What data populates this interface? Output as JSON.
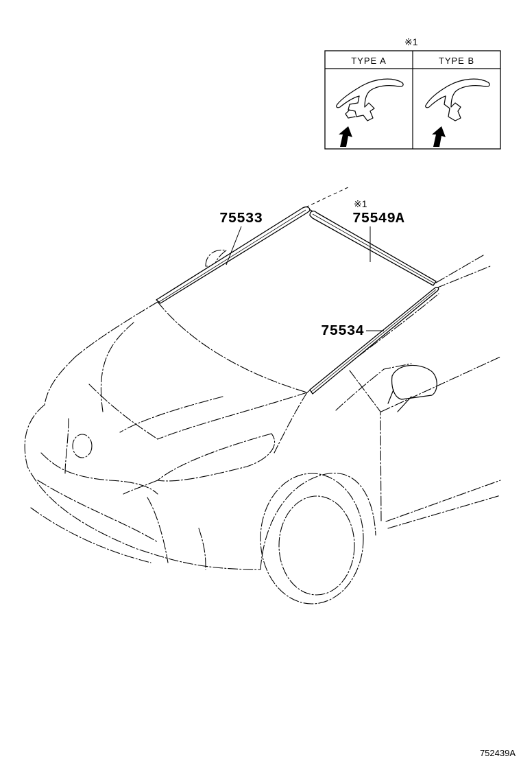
{
  "inset": {
    "note": "※1",
    "type_a_label": "TYPE A",
    "type_b_label": "TYPE B"
  },
  "parts": [
    {
      "number": "75533",
      "description_name": "windshield-molding-left"
    },
    {
      "number": "75549A",
      "note": "※1",
      "description_name": "roof-drip-molding"
    },
    {
      "number": "75534",
      "description_name": "windshield-molding-right"
    }
  ],
  "diagram_ref": "752439A"
}
